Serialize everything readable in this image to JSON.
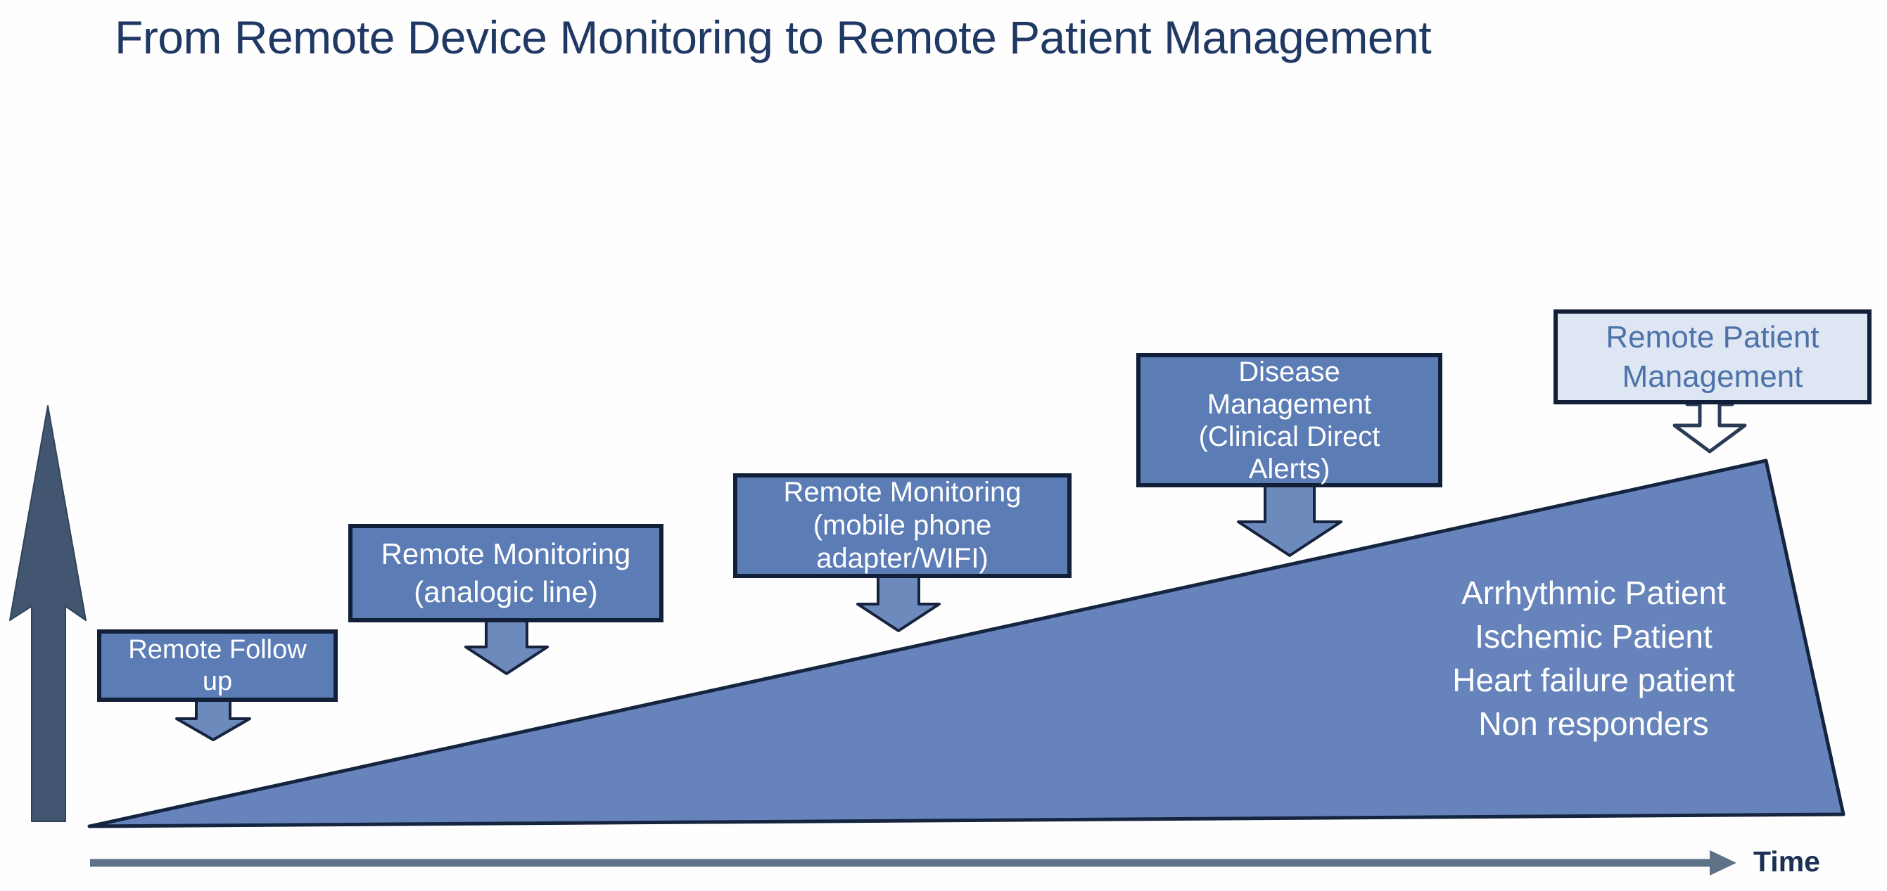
{
  "title": "From Remote Device Monitoring to Remote Patient Management",
  "stages": [
    {
      "id": "remote-follow-up",
      "lines": [
        "Remote Follow",
        "up"
      ]
    },
    {
      "id": "remote-monitoring-analogic",
      "lines": [
        "Remote Monitoring",
        "(analogic line)"
      ]
    },
    {
      "id": "remote-monitoring-mobile",
      "lines": [
        "Remote Monitoring",
        "(mobile phone",
        "adapter/WIFI)"
      ]
    },
    {
      "id": "disease-management",
      "lines": [
        "Disease",
        "Management",
        "(Clinical Direct",
        "Alerts)"
      ]
    },
    {
      "id": "remote-patient-management",
      "lines": [
        "Remote Patient",
        "Management"
      ]
    }
  ],
  "growth_area": {
    "lines": [
      "Arrhythmic Patient",
      "Ischemic Patient",
      "Heart failure patient",
      "Non responders"
    ]
  },
  "axis": {
    "label": "Time"
  },
  "colors": {
    "title_text": "#203864",
    "stage_box_fill": "#5b7cb5",
    "stage_box_border": "#111f38",
    "stage_box_text": "#ffffff",
    "highlight_box_fill": "#dde6f2",
    "highlight_box_text": "#4d72a9",
    "triangle_fill": "#6684bb",
    "triangle_border": "#15243f",
    "down_arrow_fill": "#6d8abc",
    "down_arrow_outline": "#16233e",
    "up_arrow_fill": "#425671",
    "axis_color": "#5d7189",
    "axis_label_text": "#1b3052"
  }
}
